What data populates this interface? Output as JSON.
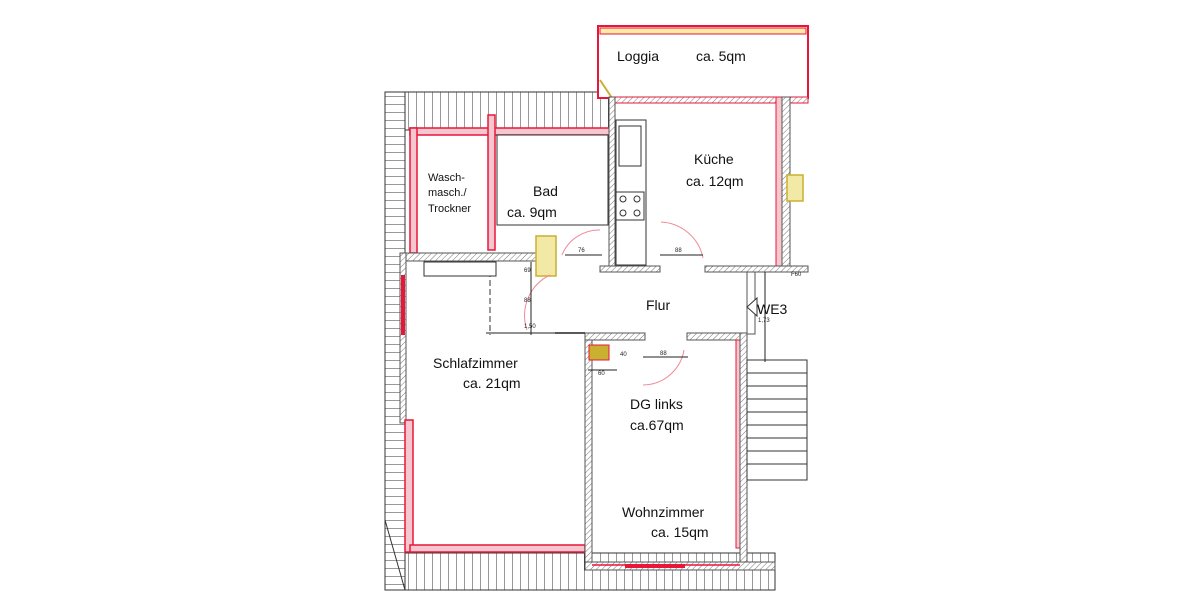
{
  "plan": {
    "rooms": {
      "loggia": {
        "name": "Loggia",
        "area": "ca. 5qm"
      },
      "kueche": {
        "name": "Küche",
        "area": "ca. 12qm"
      },
      "bad": {
        "name": "Bad",
        "area": "ca. 9qm"
      },
      "wasch": {
        "line1": "Wasch-",
        "line2": "masch./",
        "line3": "Trockner"
      },
      "flur": {
        "name": "Flur"
      },
      "schlafzimmer": {
        "name": "Schlafzimmer",
        "area": "ca. 21qm"
      },
      "apartment": {
        "name": "DG links",
        "area": "ca.67qm"
      },
      "wohnzimmer": {
        "name": "Wohnzimmer",
        "area": "ca. 15qm"
      }
    },
    "entrance_label": "WE3",
    "dimensions": {
      "bad_door": "76",
      "kitchen_door": "88",
      "living_door": "88",
      "shaft_width": "60",
      "shaft_depth": "40",
      "stair_landing": "1,73",
      "bed_door": "88",
      "bed_gap": "69",
      "bed_wall": "1,50"
    },
    "colors": {
      "new_wall": "#e8173a",
      "new_wall_fill": "#f6c7cf",
      "existing_wall": "#555555",
      "shaft": "#c9b030"
    }
  }
}
